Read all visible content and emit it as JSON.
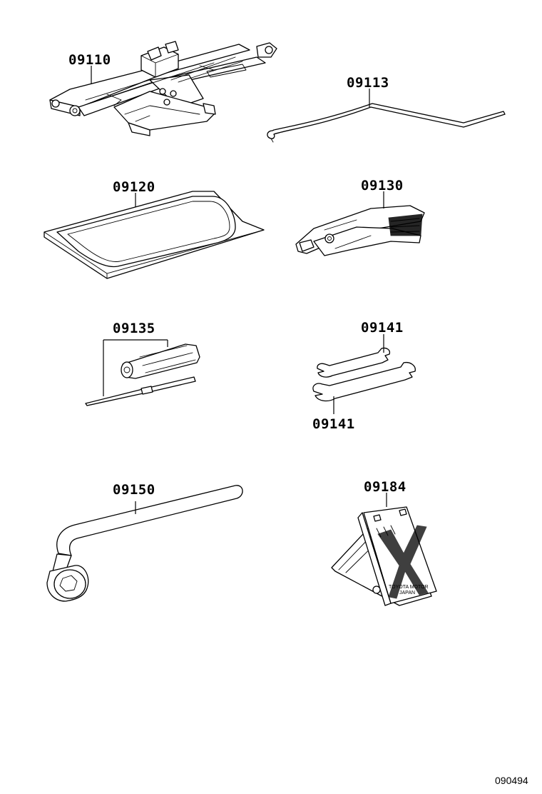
{
  "parts": [
    {
      "number": "09110",
      "icon": "jack-icon"
    },
    {
      "number": "09113",
      "icon": "jack-handle-icon"
    },
    {
      "number": "09120",
      "icon": "tool-bag-icon"
    },
    {
      "number": "09130",
      "icon": "pliers-icon"
    },
    {
      "number": "09135",
      "icon": "screwdriver-icon"
    },
    {
      "number": "09141",
      "icon": "wrench-icon"
    },
    {
      "number": "09141",
      "icon": "wrench-icon"
    },
    {
      "number": "09150",
      "icon": "lug-wrench-icon"
    },
    {
      "number": "09184",
      "icon": "wheel-chock-icon"
    }
  ],
  "chock_text": [
    "TOYOTA MOTOR",
    "JAPAN"
  ],
  "figure_ref": "090494"
}
